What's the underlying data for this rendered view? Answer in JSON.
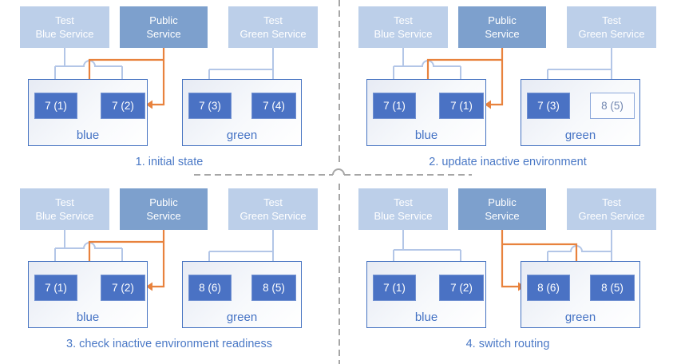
{
  "colors": {
    "accent_blue": "#4472C4",
    "test_service_box": "#BCCFE9",
    "public_service_box": "#7DA0CD",
    "pod_fill": "#4A72C4",
    "test_arrow": "#B3C6E7",
    "public_arrow_orange": "#E8823D",
    "divider_gray": "#A6A6A6"
  },
  "panels": [
    {
      "caption": "1. initial state",
      "services": [
        "Test\nBlue Service",
        "Public\nService",
        "Test\nGreen Service"
      ],
      "public_routes_to": "blue",
      "environments": [
        {
          "name": "blue",
          "pods": [
            {
              "label": "7 (1)",
              "style": "filled"
            },
            {
              "label": "7 (2)",
              "style": "filled"
            }
          ]
        },
        {
          "name": "green",
          "pods": [
            {
              "label": "7 (3)",
              "style": "filled"
            },
            {
              "label": "7 (4)",
              "style": "filled"
            }
          ]
        }
      ]
    },
    {
      "caption": "2. update inactive environment",
      "services": [
        "Test\nBlue Service",
        "Public\nService",
        "Test\nGreen Service"
      ],
      "public_routes_to": "blue",
      "environments": [
        {
          "name": "blue",
          "pods": [
            {
              "label": "7 (1)",
              "style": "filled"
            },
            {
              "label": "7 (1)",
              "style": "filled"
            }
          ]
        },
        {
          "name": "green",
          "pods": [
            {
              "label": "7 (3)",
              "style": "filled"
            },
            {
              "label": "8 (5)",
              "style": "outlined"
            }
          ]
        }
      ]
    },
    {
      "caption": "3. check inactive environment readiness",
      "services": [
        "Test\nBlue Service",
        "Public\nService",
        "Test\nGreen Service"
      ],
      "public_routes_to": "blue",
      "environments": [
        {
          "name": "blue",
          "pods": [
            {
              "label": "7 (1)",
              "style": "filled"
            },
            {
              "label": "7 (2)",
              "style": "filled"
            }
          ]
        },
        {
          "name": "green",
          "pods": [
            {
              "label": "8 (6)",
              "style": "filled"
            },
            {
              "label": "8 (5)",
              "style": "filled"
            }
          ]
        }
      ]
    },
    {
      "caption": "4. switch routing",
      "services": [
        "Test\nBlue Service",
        "Public\nService",
        "Test\nGreen Service"
      ],
      "public_routes_to": "green",
      "environments": [
        {
          "name": "blue",
          "pods": [
            {
              "label": "7 (1)",
              "style": "filled"
            },
            {
              "label": "7 (2)",
              "style": "filled"
            }
          ]
        },
        {
          "name": "green",
          "pods": [
            {
              "label": "8 (6)",
              "style": "filled"
            },
            {
              "label": "8 (5)",
              "style": "filled"
            }
          ]
        }
      ]
    }
  ]
}
